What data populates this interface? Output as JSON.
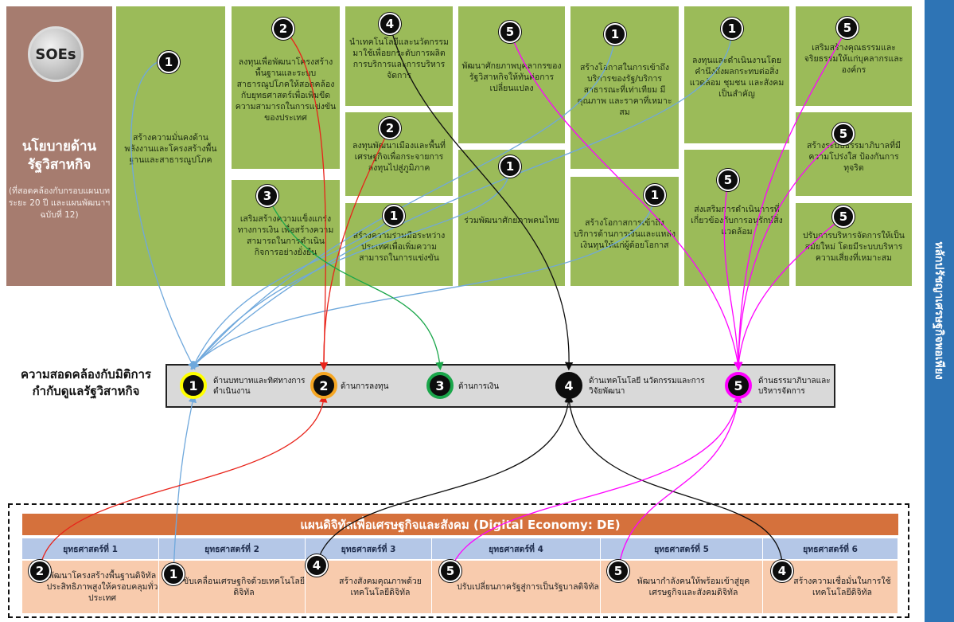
{
  "soes_label": "SOEs",
  "policy": {
    "title": "นโยบายด้านรัฐวิสาหกิจ",
    "subtitle": "(ที่สอดคล้องกับกรอบแผนบทระยะ 20 ปี และแผนพัฒนาฯ ฉบับที่ 12)"
  },
  "right_band_label": "หลักปรัชญาเศรษฐกิจพอเพียง",
  "axis_title": "ความสอดคล้องกับมิติการกำกับดูแลรัฐวิสาหกิจ",
  "boxes": [
    {
      "num": "1",
      "text": "สร้างความมั่นคงด้านพลังงานและโครงสร้างพื้นฐานและสาธารณูปโภค"
    },
    {
      "num": "2",
      "text": "ลงทุนเพื่อพัฒนาโครงสร้างพื้นฐานและระบบสาธารณูปโภคให้สอดคล้องกับยุทธศาสตร์เพื่อเพิ่มขีดความสามารถในการแข่งขันของประเทศ"
    },
    {
      "num": "3",
      "text": "เสริมสร้างความแข็งแกร่งทางการเงิน เพื่อสร้างความสามารถในการดำเนินกิจการอย่างยั่งยืน"
    },
    {
      "num": "4",
      "text": "นำเทคโนโลยีและนวัตกรรม มาใช้เพื่อยกระดับการผลิต การบริการและการบริหารจัดการ"
    },
    {
      "num": "2",
      "text": "ลงทุนพัฒนาเมืองและพื้นที่เศรษฐกิจเพื่อกระจายการลงทุนไปสู่ภูมิภาค"
    },
    {
      "num": "1",
      "text": "สร้างความร่วมมือระหว่างประเทศเพื่อเพิ่มความสามารถในการแข่งขัน"
    },
    {
      "num": "5",
      "text": "พัฒนาศักยภาพบุคลากรของรัฐวิสาหกิจให้ทันต่อการเปลี่ยนแปลง"
    },
    {
      "num": "1",
      "text": "ร่วมพัฒนาศักยภาพคนไทย"
    },
    {
      "num": "1",
      "text": "สร้างโอกาสในการเข้าถึงบริการของรัฐ/บริการสาธารณะที่เท่าเทียม มีคุณภาพ และราคาที่เหมาะสม"
    },
    {
      "num": "1",
      "text": "สร้างโอกาสการเข้าถึงบริการด้านการเงินและแหล่งเงินทุนให้แก่ผู้ด้อยโอกาส"
    },
    {
      "num": "1",
      "text": "ลงทุนและดำเนินงานโดยคำนึงถึงผลกระทบต่อสิ่งแวดล้อม ชุมชน และสังคมเป็นสำคัญ"
    },
    {
      "num": "5",
      "text": "ส่งเสริมการดำเนินการที่เกี่ยวข้องกับการอนุรักษ์สิ่งแวดล้อม"
    },
    {
      "num": "5",
      "text": "เสริมสร้างคุณธรรมและจริยธรรมให้แก่บุคลากรและองค์กร"
    },
    {
      "num": "5",
      "text": "สร้างระบบธรรมาภิบาลที่มีความโปร่งใส ป้องกันการทุจริต"
    },
    {
      "num": "5",
      "text": "ปรับการบริหารจัดการให้เป็นสมัยใหม่ โดยมีระบบบริหารความเสี่ยงที่เหมาะสม"
    }
  ],
  "dimensions": [
    {
      "num": "1",
      "label": "ด้านบทบาทและทิศทางการดำเนินงาน",
      "color": "#ffff00"
    },
    {
      "num": "2",
      "label": "ด้านการลงทุน",
      "color": "#f5a623"
    },
    {
      "num": "3",
      "label": "ด้านการเงิน",
      "color": "#1aa64a"
    },
    {
      "num": "4",
      "label": "ด้านเทคโนโลยี นวัตกรรมและการวิจัยพัฒนา",
      "color": "#0d0d0d"
    },
    {
      "num": "5",
      "label": "ด้านธรรมาภิบาลและบริหารจัดการ",
      "color": "#ff00ff"
    }
  ],
  "de": {
    "header": "แผนดิจิทัลเพื่อเศรษฐกิจและสังคม (Digital Economy: DE)",
    "strategies": [
      {
        "head": "ยุทธศาสตร์ที่ 1",
        "num": "2",
        "text": "พัฒนาโครงสร้างพื้นฐานดิจิทัลประสิทธิภาพสูงให้ครอบคลุมทั่วประเทศ"
      },
      {
        "head": "ยุทธศาสตร์ที่ 2",
        "num": "1",
        "text": "ขับเคลื่อนเศรษฐกิจด้วยเทคโนโลยีดิจิทัล"
      },
      {
        "head": "ยุทธศาสตร์ที่ 3",
        "num": "4",
        "text": "สร้างสังคมคุณภาพด้วยเทคโนโลยีดิจิทัล"
      },
      {
        "head": "ยุทธศาสตร์ที่ 4",
        "num": "5",
        "text": "ปรับเปลี่ยนภาครัฐสู่การเป็นรัฐบาลดิจิทัล"
      },
      {
        "head": "ยุทธศาสตร์ที่ 5",
        "num": "5",
        "text": "พัฒนากำลังคนให้พร้อมเข้าสู่ยุคเศรษฐกิจและสังคมดิจิทัล"
      },
      {
        "head": "ยุทธศาสตร์ที่ 6",
        "num": "4",
        "text": "สร้างความเชื่อมั่นในการใช้เทคโนโลยีดิจิทัล"
      }
    ]
  },
  "colors": {
    "blue": "#6fa8dc",
    "red": "#e8231a",
    "green": "#1aa64a",
    "black": "#0d0d0d",
    "magenta": "#ff00ff"
  }
}
